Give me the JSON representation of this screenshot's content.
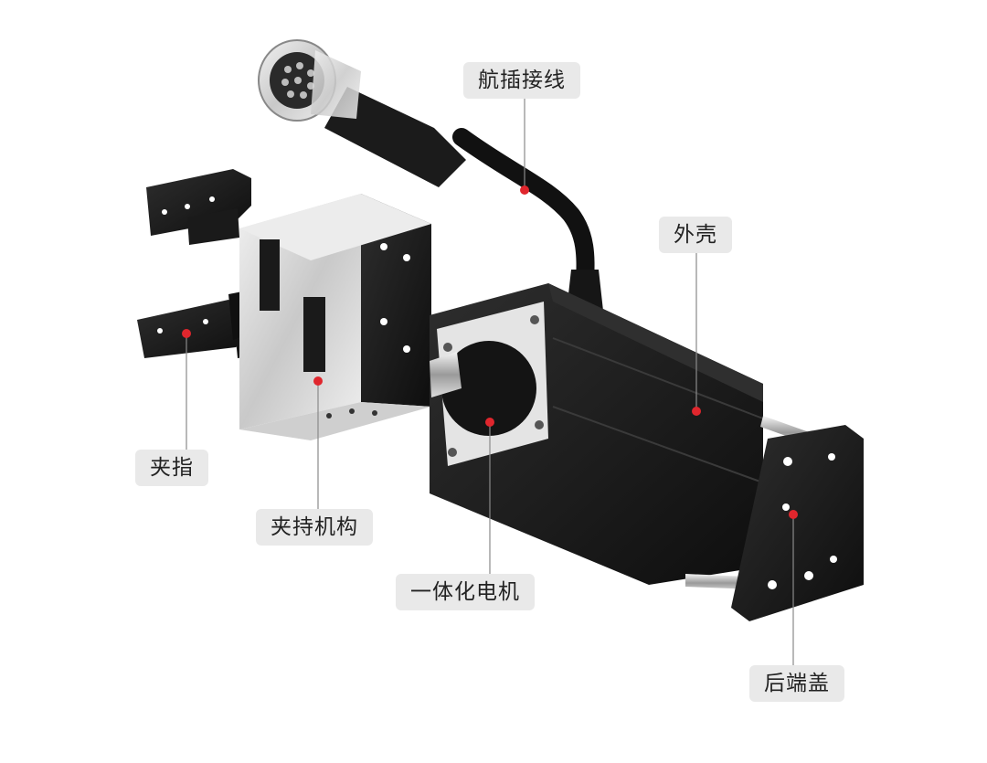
{
  "labels": {
    "connector": "航插接线",
    "housing": "外壳",
    "finger": "夹指",
    "clamp": "夹持机构",
    "motor": "一体化电机",
    "end_cap": "后端盖"
  },
  "colors": {
    "marker": "#e0262d",
    "label_bg": "#e9e9e9",
    "part_dark": "#1a1a1a",
    "metal": "#d8d8d8"
  }
}
